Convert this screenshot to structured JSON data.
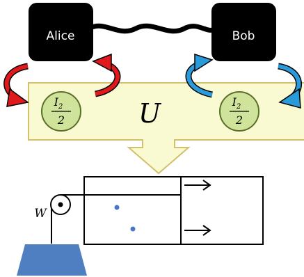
{
  "parties": {
    "alice": {
      "label": "Alice"
    },
    "bob": {
      "label": "Bob"
    }
  },
  "operator": {
    "label": "U"
  },
  "state_left": {
    "numerator": "I",
    "subscript": "2",
    "denominator": "2"
  },
  "state_right": {
    "numerator": "I",
    "subscript": "2",
    "denominator": "2"
  },
  "weight": {
    "label": "W"
  },
  "colors": {
    "party_box": "#000000",
    "operator_fill": "#fafad2",
    "operator_stroke": "#d4c06b",
    "state_fill": "#cfe39a",
    "state_stroke": "#5a6e2a",
    "alice_arrow": "#e0191c",
    "bob_arrow": "#2a9bd8",
    "weight_fill": "#4f7fc0",
    "particle": "#4a78c0"
  }
}
